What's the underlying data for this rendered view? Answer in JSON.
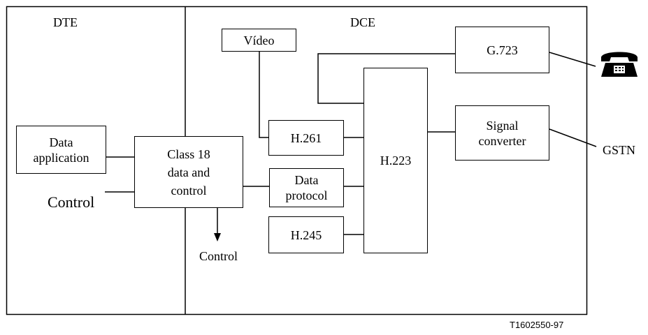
{
  "regions": {
    "dte_label": "DTE",
    "dce_label": "DCE"
  },
  "blocks": {
    "video": "Vídeo",
    "g723": "G.723",
    "data_application": [
      "Data",
      "application"
    ],
    "class18": [
      "Class 18",
      "data and",
      "control"
    ],
    "h261": "H.261",
    "h223": "H.223",
    "signal_converter": [
      "Signal",
      "converter"
    ],
    "data_protocol": [
      "Data",
      "protocol"
    ],
    "h245": "H.245"
  },
  "labels": {
    "control_left": "Control",
    "control_below": "Control",
    "gstn": "GSTN"
  },
  "icons": {
    "telephone": "telephone-icon"
  },
  "figure_ref": "T1602550-97"
}
